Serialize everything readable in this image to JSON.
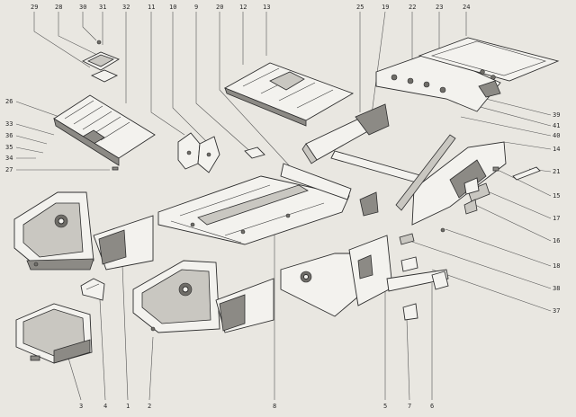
{
  "diagram": {
    "callouts": [
      {
        "id": "c29",
        "text": "29"
      },
      {
        "id": "c28",
        "text": "28"
      },
      {
        "id": "c30",
        "text": "30"
      },
      {
        "id": "c31",
        "text": "31"
      },
      {
        "id": "c32",
        "text": "32"
      },
      {
        "id": "c11",
        "text": "11"
      },
      {
        "id": "c10",
        "text": "10"
      },
      {
        "id": "c9",
        "text": "9"
      },
      {
        "id": "c20",
        "text": "20"
      },
      {
        "id": "c12",
        "text": "12"
      },
      {
        "id": "c13",
        "text": "13"
      },
      {
        "id": "c25",
        "text": "25"
      },
      {
        "id": "c19",
        "text": "19"
      },
      {
        "id": "c22",
        "text": "22"
      },
      {
        "id": "c23",
        "text": "23"
      },
      {
        "id": "c24",
        "text": "24"
      },
      {
        "id": "c26",
        "text": "26"
      },
      {
        "id": "c33",
        "text": "33"
      },
      {
        "id": "c36",
        "text": "36"
      },
      {
        "id": "c35",
        "text": "35"
      },
      {
        "id": "c34",
        "text": "34"
      },
      {
        "id": "c27",
        "text": "27"
      },
      {
        "id": "c39",
        "text": "39"
      },
      {
        "id": "c41",
        "text": "41"
      },
      {
        "id": "c40",
        "text": "40"
      },
      {
        "id": "c14",
        "text": "14"
      },
      {
        "id": "c21",
        "text": "21"
      },
      {
        "id": "c15",
        "text": "15"
      },
      {
        "id": "c17",
        "text": "17"
      },
      {
        "id": "c16",
        "text": "16"
      },
      {
        "id": "c18",
        "text": "18"
      },
      {
        "id": "c38",
        "text": "38"
      },
      {
        "id": "c37",
        "text": "37"
      },
      {
        "id": "c3",
        "text": "3"
      },
      {
        "id": "c4",
        "text": "4"
      },
      {
        "id": "c1",
        "text": "1"
      },
      {
        "id": "c2",
        "text": "2"
      },
      {
        "id": "c8",
        "text": "8"
      },
      {
        "id": "c5",
        "text": "5"
      },
      {
        "id": "c7",
        "text": "7"
      },
      {
        "id": "c6",
        "text": "6"
      }
    ]
  }
}
